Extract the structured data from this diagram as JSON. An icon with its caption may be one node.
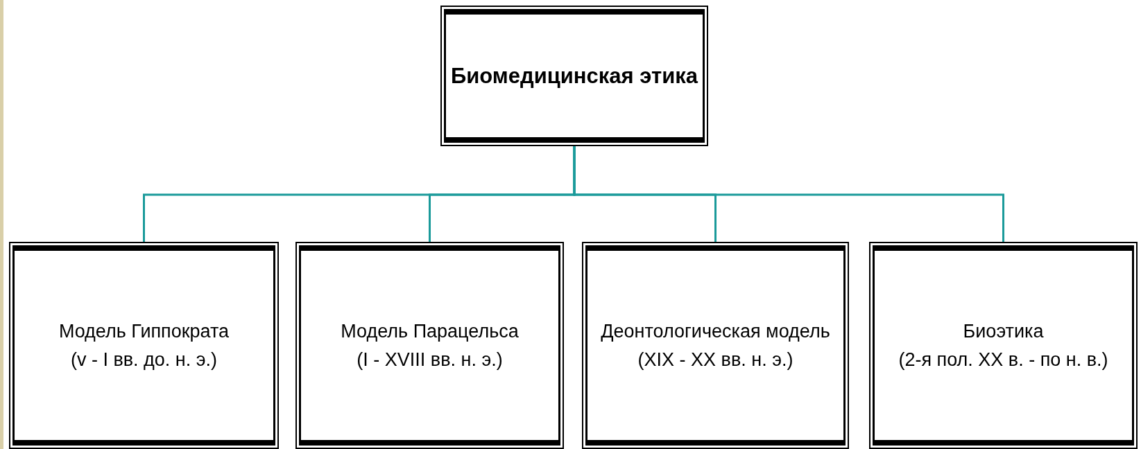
{
  "diagram": {
    "nodes": [
      {
        "text": [
          "Биомедицинская этика"
        ]
      },
      {
        "text": [
          "Модель Гиппократа",
          "(v - I вв. до. н. э.)"
        ]
      },
      {
        "text": [
          "Модель Парацельса",
          "(I - XVIII вв. н. э.)"
        ]
      },
      {
        "text": [
          "Деонтологическая модель",
          "(XIX - XX вв. н. э.)"
        ]
      },
      {
        "text": [
          "Биоэтика",
          "(2-я пол. XX в. - по н. в.)"
        ]
      }
    ],
    "edges": [
      {
        "from": 0,
        "to": 1,
        "arrow": "none"
      },
      {
        "from": 0,
        "to": 2,
        "arrow": "none"
      },
      {
        "from": 0,
        "to": 3,
        "arrow": "none"
      },
      {
        "from": 0,
        "to": 4,
        "arrow": "none"
      }
    ]
  }
}
